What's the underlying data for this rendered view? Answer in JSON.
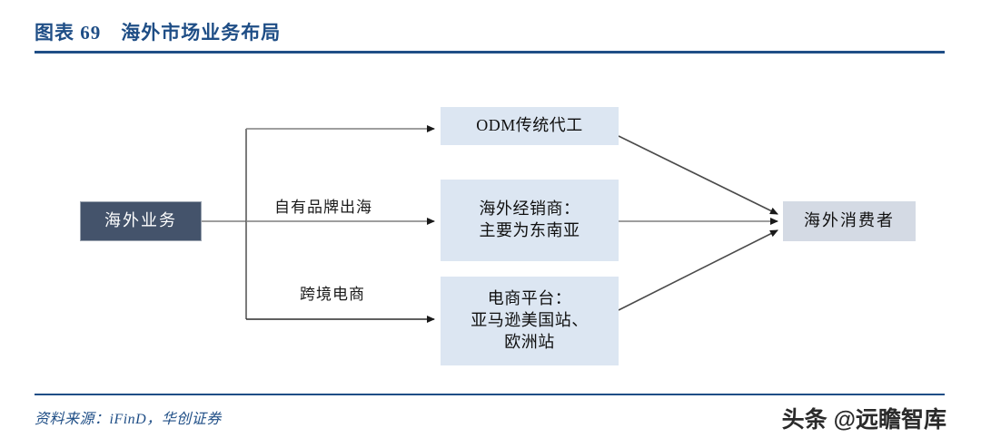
{
  "header": {
    "title": "图表 69　海外市场业务布局",
    "accent_color": "#1f4e86"
  },
  "diagram": {
    "nodes": {
      "source": {
        "label": "海外业务",
        "fill": "#44536b",
        "text_color": "#ffffff"
      },
      "odm": {
        "label": "ODM传统代工",
        "fill": "#dce6f2",
        "text_color": "#101010"
      },
      "distributor": {
        "line1": "海外经销商：",
        "line2": "主要为东南亚",
        "fill": "#dce6f2",
        "text_color": "#101010"
      },
      "ecommerce": {
        "line1": "电商平台：",
        "line2": "亚马逊美国站、",
        "line3": "欧洲站",
        "fill": "#dce6f2",
        "text_color": "#101010"
      },
      "consumer": {
        "label": "海外消费者",
        "fill": "#d4dae4",
        "text_color": "#101010"
      }
    },
    "edge_labels": {
      "own_brand": "自有品牌出海",
      "cross_border": "跨境电商"
    }
  },
  "footer": {
    "source": "资料来源：iFinD，华创证券",
    "watermark": "头条 @远瞻智库"
  }
}
